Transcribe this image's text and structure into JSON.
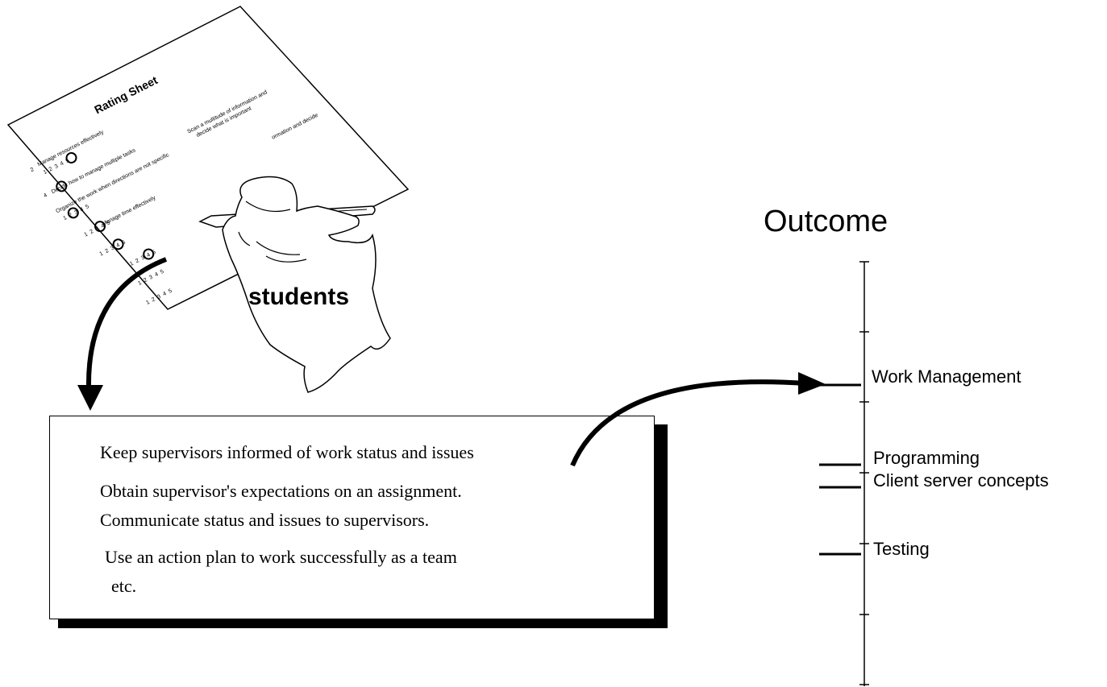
{
  "rating_sheet": {
    "title": "Rating Sheet",
    "items": [
      {
        "number": "2",
        "text": "Manage resources effectively"
      },
      {
        "number": "4",
        "text": "Decide how to manage multiple tasks"
      },
      {
        "number": "",
        "text": "Organize the work when directions are not specific"
      },
      {
        "number": "",
        "text": "Manage time effectively"
      }
    ],
    "side_text": [
      "Scan a multitude of information and",
      "decide what is important"
    ],
    "edge_text": "ormation and decide",
    "scale": "1  2  3  4  5",
    "hand_label": "students"
  },
  "objectives": {
    "lines": [
      "Keep supervisors informed of work status and issues",
      "Obtain supervisor's expectations on an assignment.",
      "Communicate status and issues to supervisors.",
      "Use an action plan to work successfully as a team",
      "etc."
    ]
  },
  "outcome": {
    "title": "Outcome",
    "markers": [
      {
        "label": "Work Management"
      },
      {
        "label": "Programming"
      },
      {
        "label": "Client server concepts"
      },
      {
        "label": "Testing"
      }
    ]
  },
  "colors": {
    "ink": "#000000",
    "paper": "#ffffff"
  }
}
